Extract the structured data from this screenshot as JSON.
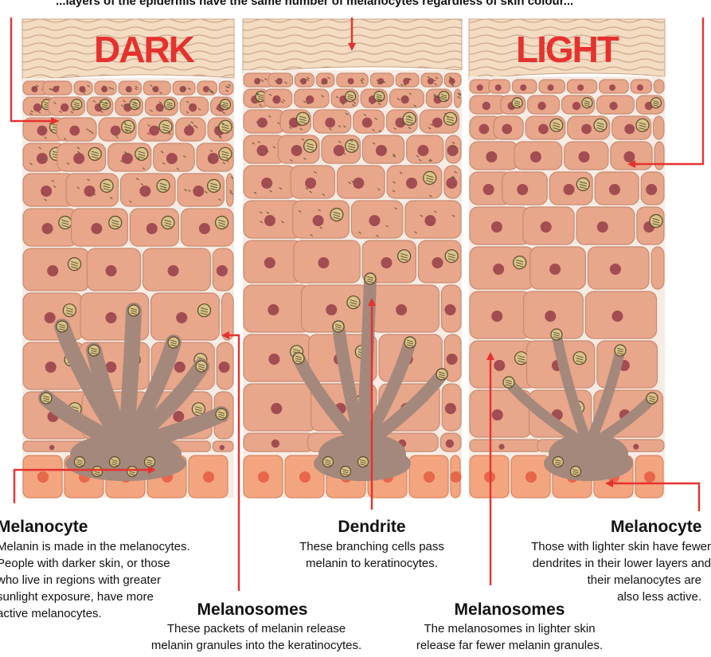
{
  "top_caption": "...layers of the epidermis have the same number of melanocytes regardless of skin colour...",
  "columns": {
    "dark": "DARK",
    "light": "LIGHT"
  },
  "labels": {
    "melanocyte_dark": {
      "title": "Melanocyte",
      "text": [
        "Melanin is made in the melanocytes.",
        "People with darker skin, or those",
        "who live in regions with greater",
        "sunlight exposure, have more",
        "active melanocytes."
      ]
    },
    "melanosomes_dark": {
      "title": "Melanosomes",
      "text": [
        "These packets of melanin release",
        "melanin granules into the keratinocytes."
      ]
    },
    "dendrite": {
      "title": "Dendrite",
      "text": [
        "These branching cells pass",
        "melanin to keratinocytes."
      ]
    },
    "melanosomes_light": {
      "title": "Melanosomes",
      "text": [
        "The melanosomes in lighter skin",
        "release far fewer melanin granules."
      ]
    },
    "melanocyte_light": {
      "title": "Melanocyte",
      "text": [
        "Those with lighter skin have fewer",
        "dendrites in their lower layers and",
        "their melanocytes are",
        "also less active."
      ]
    }
  },
  "colors": {
    "accent_red": "#e6322f",
    "cell_fill": "#e8a68a",
    "nucleus": "#a24d52",
    "melanocyte": "#a4887b",
    "basal_cell": "#f3a57f",
    "stratum_corneum": "#f4dcc2"
  }
}
